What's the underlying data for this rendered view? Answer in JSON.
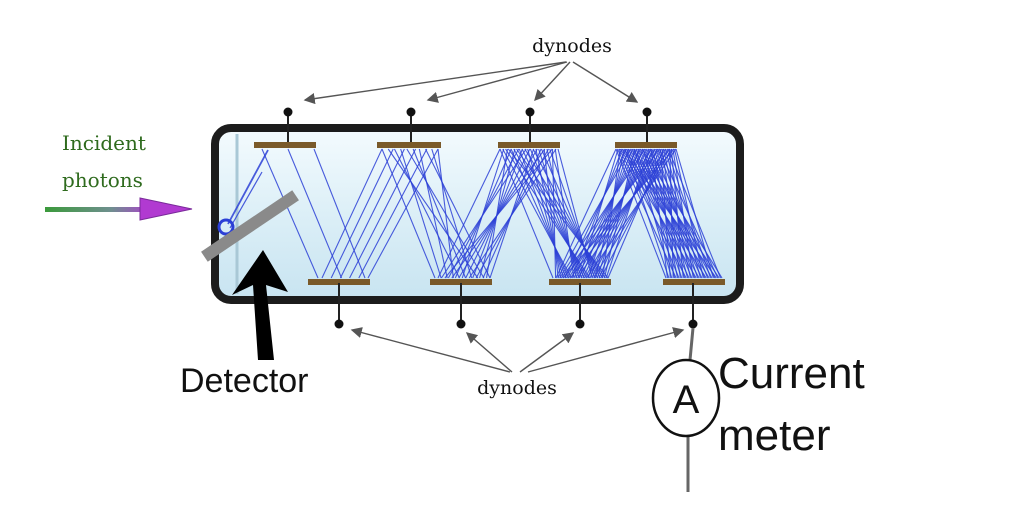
{
  "labels": {
    "dynodes_top": "dynodes",
    "dynodes_bottom": "dynodes",
    "incident_line1": "Incident",
    "incident_line2": "photons",
    "detector": "Detector",
    "meter_symbol": "A",
    "meter_line1": "Current",
    "meter_line2": "meter"
  },
  "colors": {
    "tube_fill": "#dceff7",
    "tube_outline": "#222222",
    "dynode": "#7a5a2a",
    "electron_path": "#2b3fd6",
    "pointer_arrow": "#555555",
    "incident_text": "#2f6b1e",
    "photon_arrow_tail": "#3b9a3b",
    "photon_arrow_head": "#b13ad1",
    "detector_plate": "#888888",
    "detector_arrow": "#000000"
  },
  "icons": {
    "meter": "ammeter-circle-icon",
    "incident_arrow": "arrow-right-icon",
    "detector_arrow": "arrow-up-icon"
  }
}
